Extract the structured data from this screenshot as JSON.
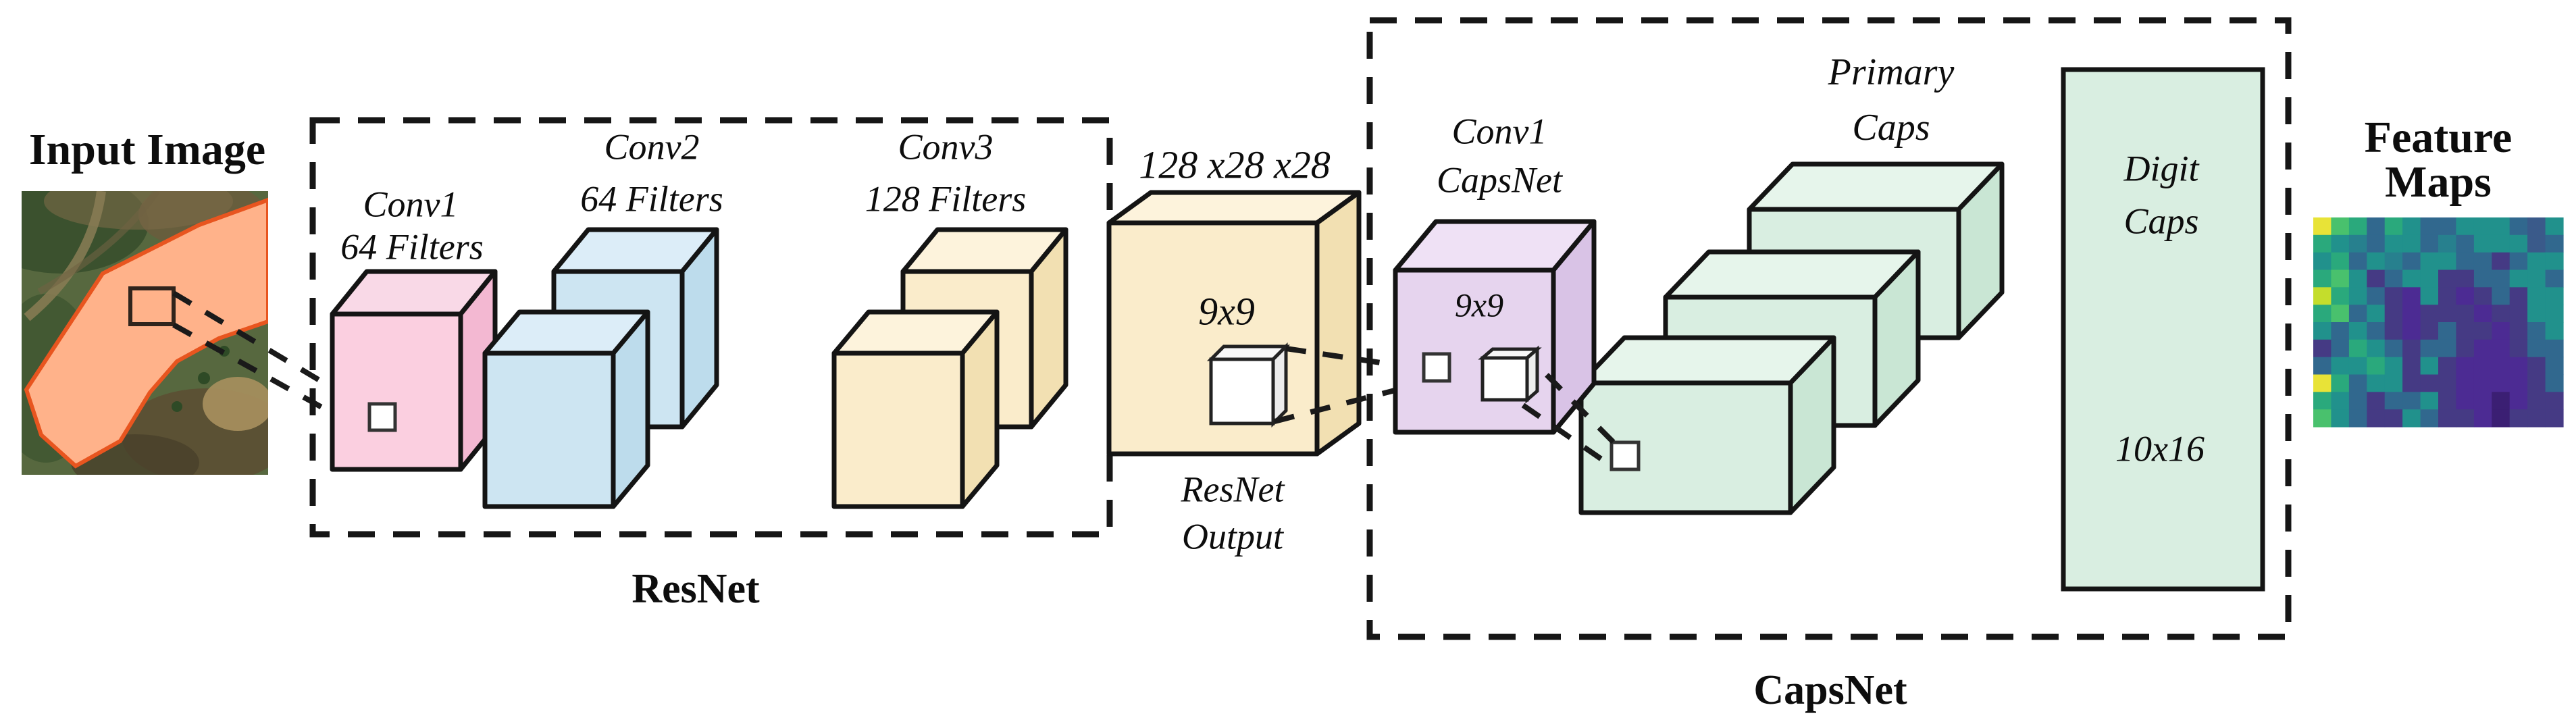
{
  "diagram": {
    "input": {
      "title": "Input Image"
    },
    "resnet": {
      "box_label": "ResNet",
      "conv1": {
        "line1": "Conv1",
        "line2": "64 Filters"
      },
      "conv2": {
        "line1": "Conv2",
        "line2": "64 Filters"
      },
      "conv3": {
        "line1": "Conv3",
        "line2": "128 Filters"
      }
    },
    "resnet_output": {
      "dims": "128 x28 x28",
      "kernel": "9x9",
      "line1": "ResNet",
      "line2": "Output"
    },
    "capsnet": {
      "box_label": "CapsNet",
      "conv1": {
        "line1": "Conv1",
        "line2": "CapsNet",
        "kernel": "9x9"
      },
      "primary": {
        "line1": "Primary",
        "line2": "Caps"
      },
      "digit": {
        "line1": "Digit",
        "line2": "Caps",
        "dims": "10x16"
      }
    },
    "feature_maps": {
      "line1": "Feature",
      "line2": "Maps"
    }
  },
  "colors": {
    "conv1_front": "#fbcfe0",
    "conv1_top": "#f9d9e7",
    "conv1_side": "#f3b8d2",
    "conv2_front": "#cde5f2",
    "conv2_top": "#dcedf8",
    "conv2_side": "#bddcec",
    "conv3_front": "#faeccb",
    "conv3_top": "#fdf3dc",
    "conv3_side": "#f2e0b2",
    "resnet_out_front": "#faeccb",
    "resnet_out_top": "#fdf3dc",
    "resnet_out_side": "#f2e0b2",
    "caps_conv_front": "#e6d4ee",
    "caps_conv_top": "#efe1f5",
    "caps_conv_side": "#d9c3e6",
    "caps_green_front": "#d9eee1",
    "caps_green_top": "#e6f5eb",
    "caps_green_side": "#c9e6d4",
    "digit_caps_fill": "#d9eee1",
    "white_face": "#ffffff",
    "white_top": "#f7f7f7",
    "white_side": "#ececec",
    "region_fill": "#ffb28a",
    "region_stroke": "#e8551f"
  },
  "feature_map_grid": {
    "palette": {
      "Y": "#e8e337",
      "y": "#c4dd2c",
      "G": "#49c16d",
      "g": "#2aa97c",
      "t": "#21918c",
      "T": "#27808e",
      "b": "#31688e",
      "B": "#3a5a8a",
      "v": "#453a84",
      "P": "#4c2b93",
      "D": "#3b1f73"
    },
    "rows": [
      "YGgbgtbbtttbBt",
      "gtTbttbTbtttBb",
      "tgbtTbttbbvbtt",
      "gGtvbttvvbbttb",
      "ygtbvPtvPvbvtt",
      "gGbtvPvvvPvvtt",
      "tbtbvPvbvvPvbt",
      "vbgtbvbbvPPvbb",
      "bttgtvtvPPPPvb",
      "YgbttvvvPPPPvb",
      "gtbvbbtvPPDPvv",
      "GtbvvtbvvPDvvv"
    ]
  }
}
